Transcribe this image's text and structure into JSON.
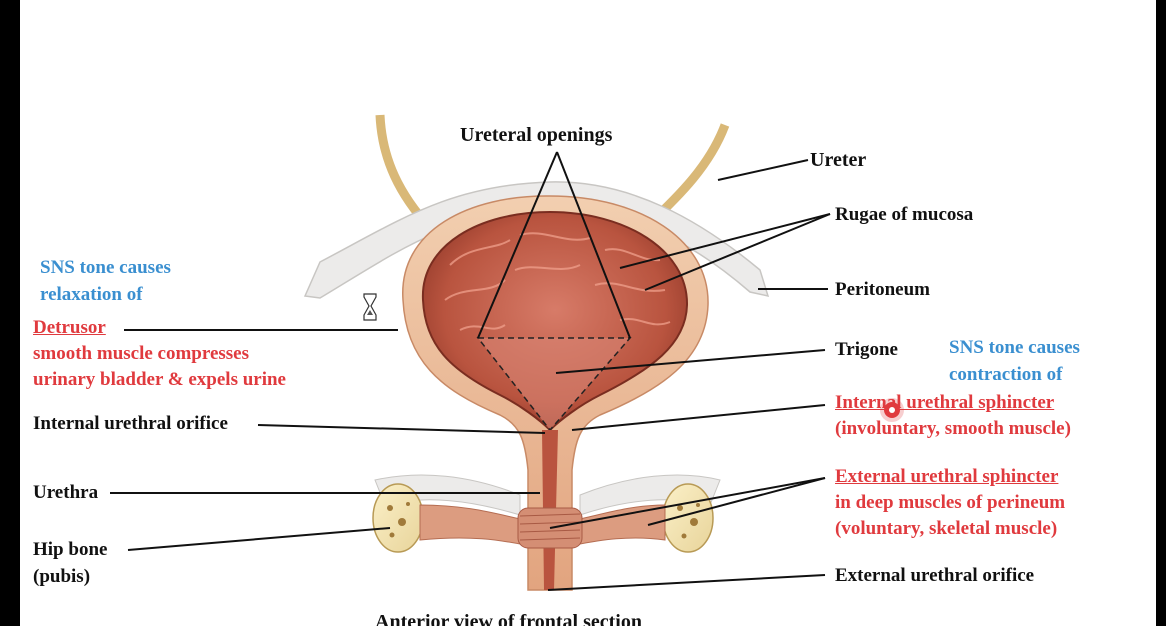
{
  "labels": {
    "ureteral_openings": "Ureteral openings",
    "ureter": "Ureter",
    "rugae": "Rugae of mucosa",
    "peritoneum": "Peritoneum",
    "trigone": "Trigone",
    "internal_orifice": "Internal urethral orifice",
    "urethra": "Urethra",
    "hip_bone": "Hip bone",
    "pubis": "(pubis)",
    "external_orifice": "External urethral orifice",
    "caption": "Anterior view of frontal section"
  },
  "annotations": {
    "left_sns": "SNS tone causes relaxation of",
    "detrusor_title": "Detrusor",
    "detrusor_desc": "smooth muscle compresses urinary bladder & expels urine",
    "right_sns": "SNS tone causes contraction of",
    "internal_sphincter_title": "Internal urethral sphincter",
    "internal_sphincter_desc": "(involuntary, smooth muscle)",
    "external_sphincter_title": "External urethral sphincter",
    "external_sphincter_desc1": "in deep muscles of perineum",
    "external_sphincter_desc2": "(voluntary, skeletal muscle)"
  },
  "colors": {
    "blue_text": "#3a8fd0",
    "red_text": "#e03a3e",
    "muscle": "#e6b08a",
    "mucosa": "#c9604f"
  },
  "icons": [
    "hourglass-cursor-icon",
    "pointer-highlight-icon"
  ]
}
